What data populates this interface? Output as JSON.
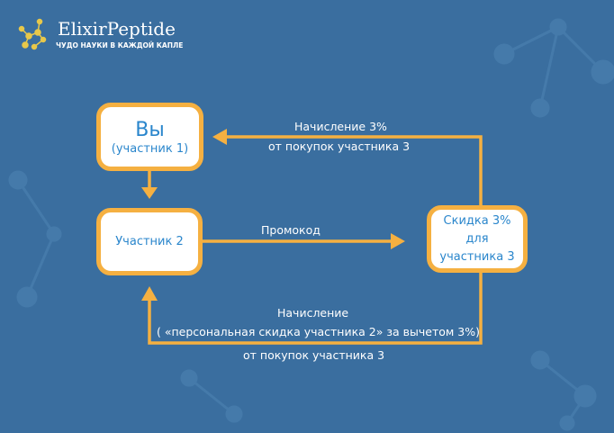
{
  "logo": {
    "name": "ElixirPeptide",
    "tagline": "ЧУДО НАУКИ В КАЖДОЙ КАПЛЕ"
  },
  "nodes": {
    "you": {
      "title": "Вы",
      "subtitle": "(участник 1)"
    },
    "participant2": {
      "label": "Участник 2"
    },
    "discount": {
      "line1": "Скидка 3%",
      "line2": "для",
      "line3": "участника 3"
    }
  },
  "edges": {
    "top": {
      "line1": "Начисление 3%",
      "line2": "от покупок участника 3"
    },
    "promo": {
      "label": "Промокод"
    },
    "bottom": {
      "line1": "Начисление",
      "line2": "( «персональная скидка участника 2»  за вычетом 3%)",
      "line3": "от покупок участника 3"
    }
  },
  "colors": {
    "background": "#3a6e9f",
    "accent": "#f5b041",
    "text": "#2a86cc"
  }
}
